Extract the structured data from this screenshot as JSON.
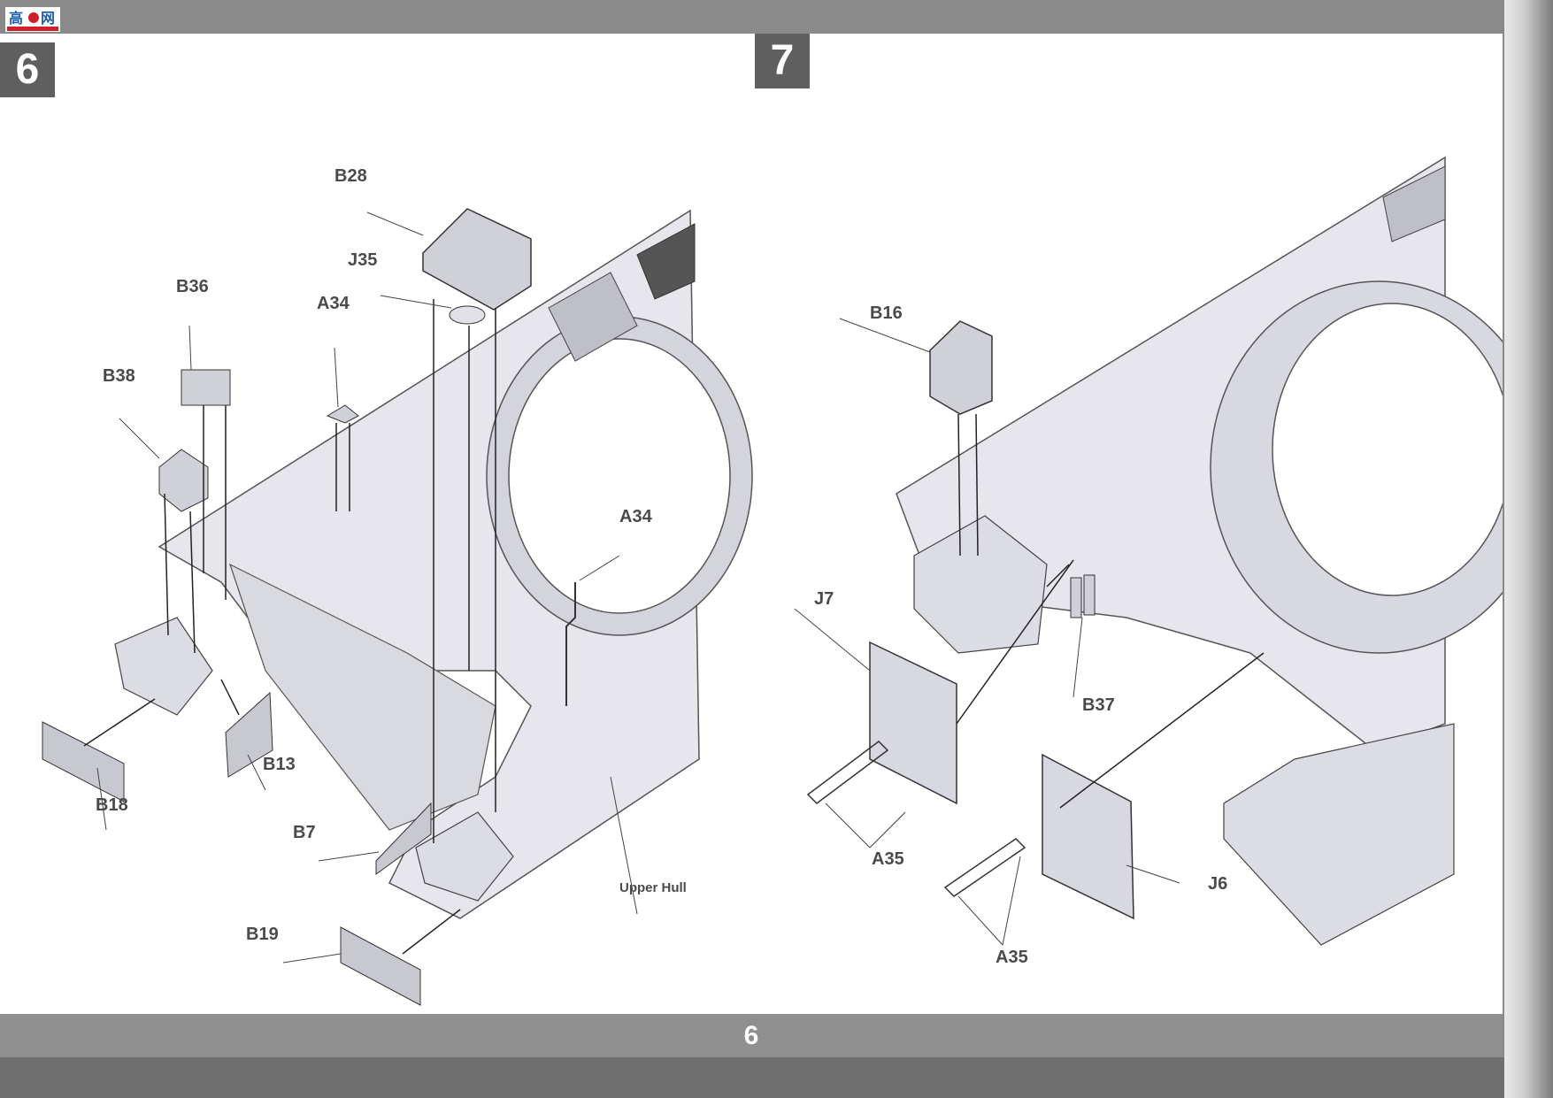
{
  "logo": {
    "icon": "site-logo-icon"
  },
  "steps": [
    {
      "number": "6",
      "labels": {
        "b28": "B28",
        "j35": "J35",
        "b36": "B36",
        "a34_left": "A34",
        "b38": "B38",
        "a34_right": "A34",
        "b13": "B13",
        "b18": "B18",
        "b7": "B7",
        "b19": "B19",
        "upper_hull": "Upper Hull"
      }
    },
    {
      "number": "7",
      "labels": {
        "b16": "B16",
        "j7": "J7",
        "b37": "B37",
        "a35_top": "A35",
        "j6": "J6",
        "a35_bottom": "A35"
      }
    }
  ],
  "footer": {
    "page_number": "6"
  }
}
